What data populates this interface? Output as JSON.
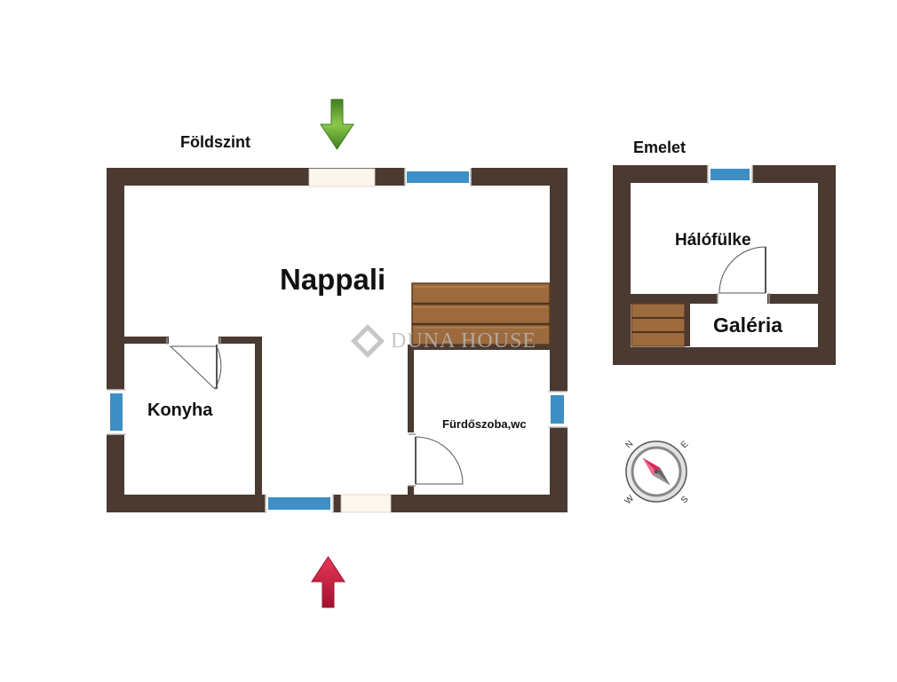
{
  "labels": {
    "ground_floor": "Földszint",
    "upper_floor": "Emelet",
    "living_room": "Nappali",
    "kitchen": "Konyha",
    "bathroom": "Fürdőszoba,wc",
    "sleeping_nook": "Hálófülke",
    "gallery": "Galéria"
  },
  "watermark": "DUNA HOUSE",
  "compass": {
    "n": "N",
    "e": "E",
    "s": "S",
    "w": "W"
  },
  "colors": {
    "wall": "#4a3a31",
    "window": "#3e8fc5",
    "door_opening": "#fbf6ee",
    "stairs": "#9c6a3c",
    "exit_arrow": "#5aa832",
    "entry_arrow": "#c8213f",
    "compass_needle": "#e0245e"
  }
}
